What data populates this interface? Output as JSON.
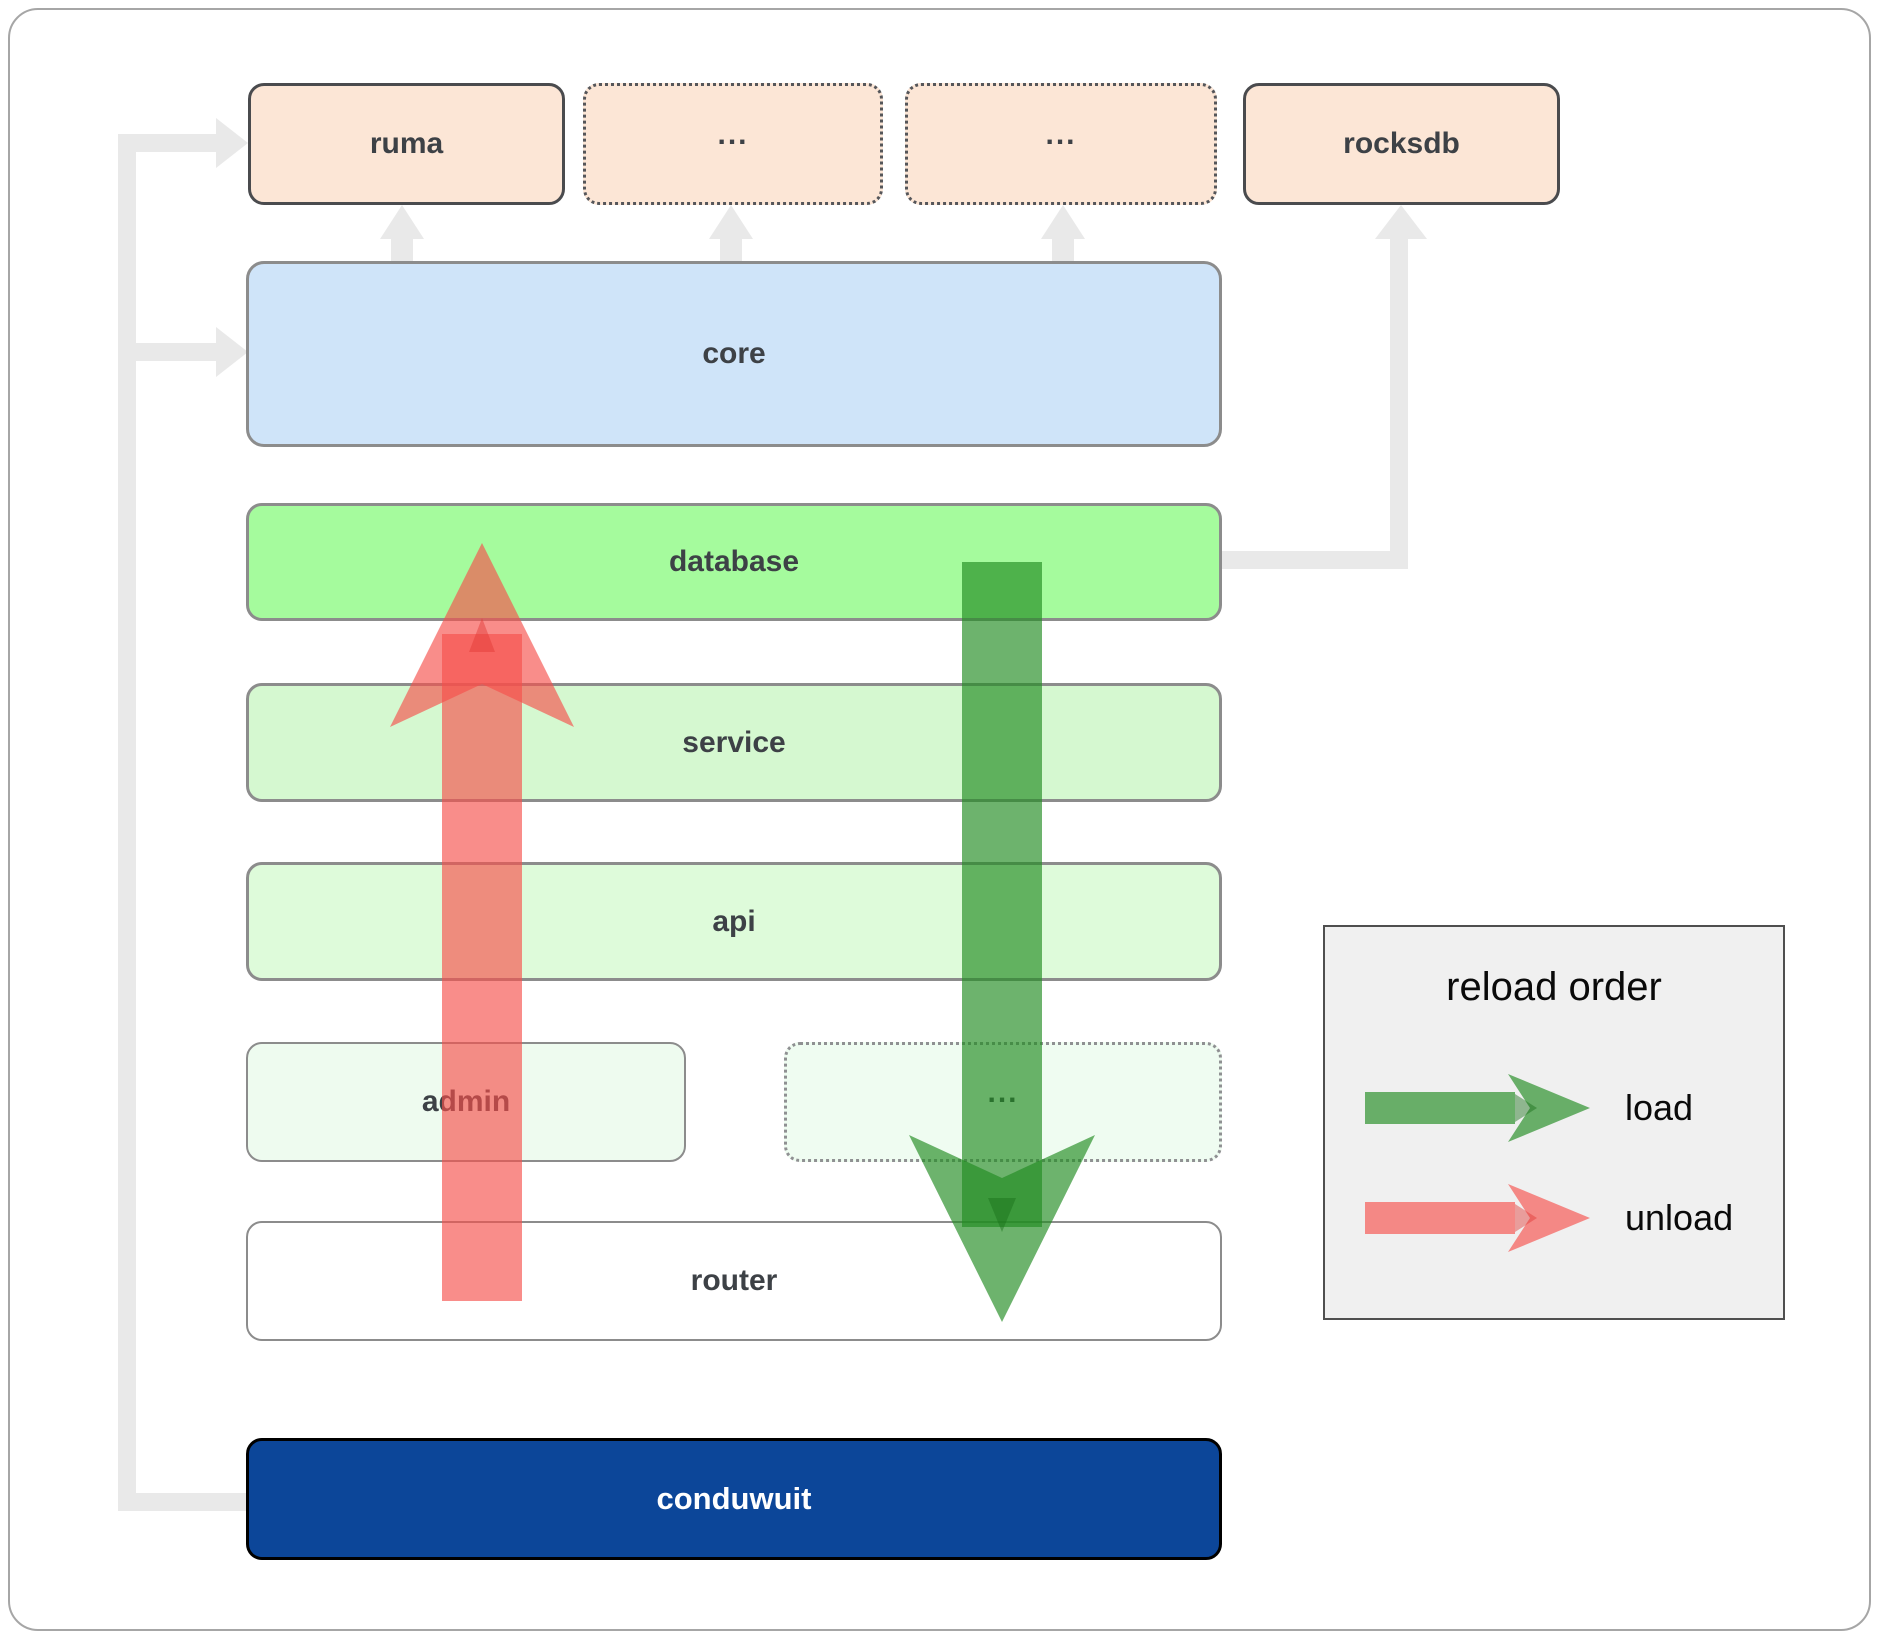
{
  "nodes": {
    "ruma": {
      "label": "ruma"
    },
    "dependency_2": {
      "label": "..."
    },
    "dependency_3": {
      "label": "..."
    },
    "rocksdb": {
      "label": "rocksdb"
    },
    "core": {
      "label": "core"
    },
    "database": {
      "label": "database"
    },
    "service": {
      "label": "service"
    },
    "api": {
      "label": "api"
    },
    "admin": {
      "label": "admin"
    },
    "more_services": {
      "label": "..."
    },
    "router": {
      "label": "router"
    },
    "conduwuit": {
      "label": "conduwuit"
    }
  },
  "legend": {
    "title": "reload order",
    "items": [
      {
        "icon": "load-arrow-icon",
        "label": "load",
        "color": "#2e8b2e"
      },
      {
        "icon": "unload-arrow-icon",
        "label": "unload",
        "color": "#f6504b"
      }
    ]
  },
  "colors": {
    "dependency_fill": "#fce6d6",
    "core_fill": "#cfe4f9",
    "database_fill": "#a5fb9d",
    "service_fill": "#d5f8d0",
    "api_fill": "#defbda",
    "admin_fill": "#eefbef",
    "router_fill": "#ffffff",
    "conduwuit_fill": "#0c4699",
    "connector_gray": "#e9e9e9",
    "load_green": "#2e8b2e",
    "unload_red": "#f6504b",
    "label_text": "#3d4146"
  }
}
